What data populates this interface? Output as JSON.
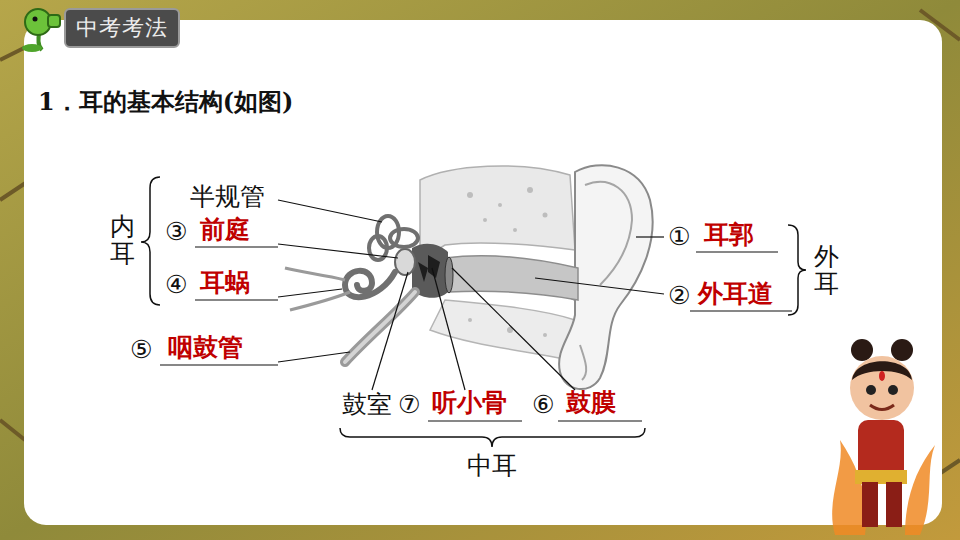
{
  "diagram": {
    "title": "1．耳的基本结构(如图)",
    "nodes": [
      {
        "text": [
          "中考考法"
        ]
      }
    ],
    "labels": [
      "半规管",
      "③",
      "前庭",
      "④",
      "耳蜗",
      "内耳",
      "⑤",
      "咽鼓管",
      "鼓室",
      "⑦",
      "听小骨",
      "⑥",
      "鼓膜",
      "中耳",
      "①",
      "耳郭",
      "②",
      "外耳道",
      "外耳"
    ]
  }
}
